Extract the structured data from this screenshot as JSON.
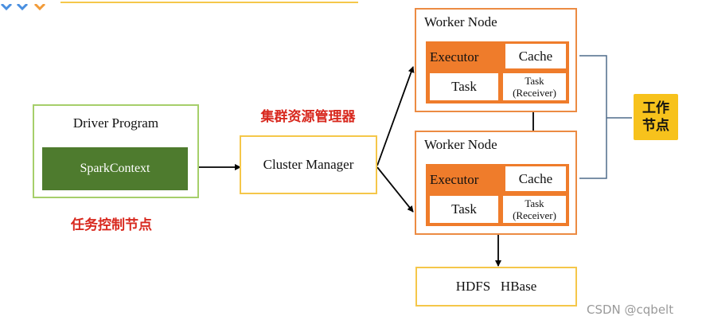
{
  "top_logo": {
    "colors": [
      "#4a8fe0",
      "#f29b38"
    ]
  },
  "driver": {
    "title": "Driver Program",
    "context": "SparkContext",
    "caption": "任务控制节点"
  },
  "cluster": {
    "label": "Cluster Manager",
    "caption": "集群资源管理器"
  },
  "workers": [
    {
      "title": "Worker Node",
      "executor": "Executor",
      "cache": "Cache",
      "task": "Task",
      "task_receiver_line1": "Task",
      "task_receiver_line2": "(Receiver)"
    },
    {
      "title": "Worker Node",
      "executor": "Executor",
      "cache": "Cache",
      "task": "Task",
      "task_receiver_line1": "Task",
      "task_receiver_line2": "(Receiver)"
    }
  ],
  "worker_badge": {
    "line1": "工作",
    "line2": "节点"
  },
  "storage": {
    "label": "HDFS   HBase"
  },
  "watermark": "CSDN @cqbelt",
  "colors": {
    "driver_border": "#a6cf6a",
    "spark_context": "#4e7b2e",
    "cluster_border": "#f5c74a",
    "worker_border": "#ec8b43",
    "executor": "#ef7c2b",
    "badge": "#f7c21c",
    "bracket": "#4f6b8a",
    "caption_red": "#d8281e"
  }
}
